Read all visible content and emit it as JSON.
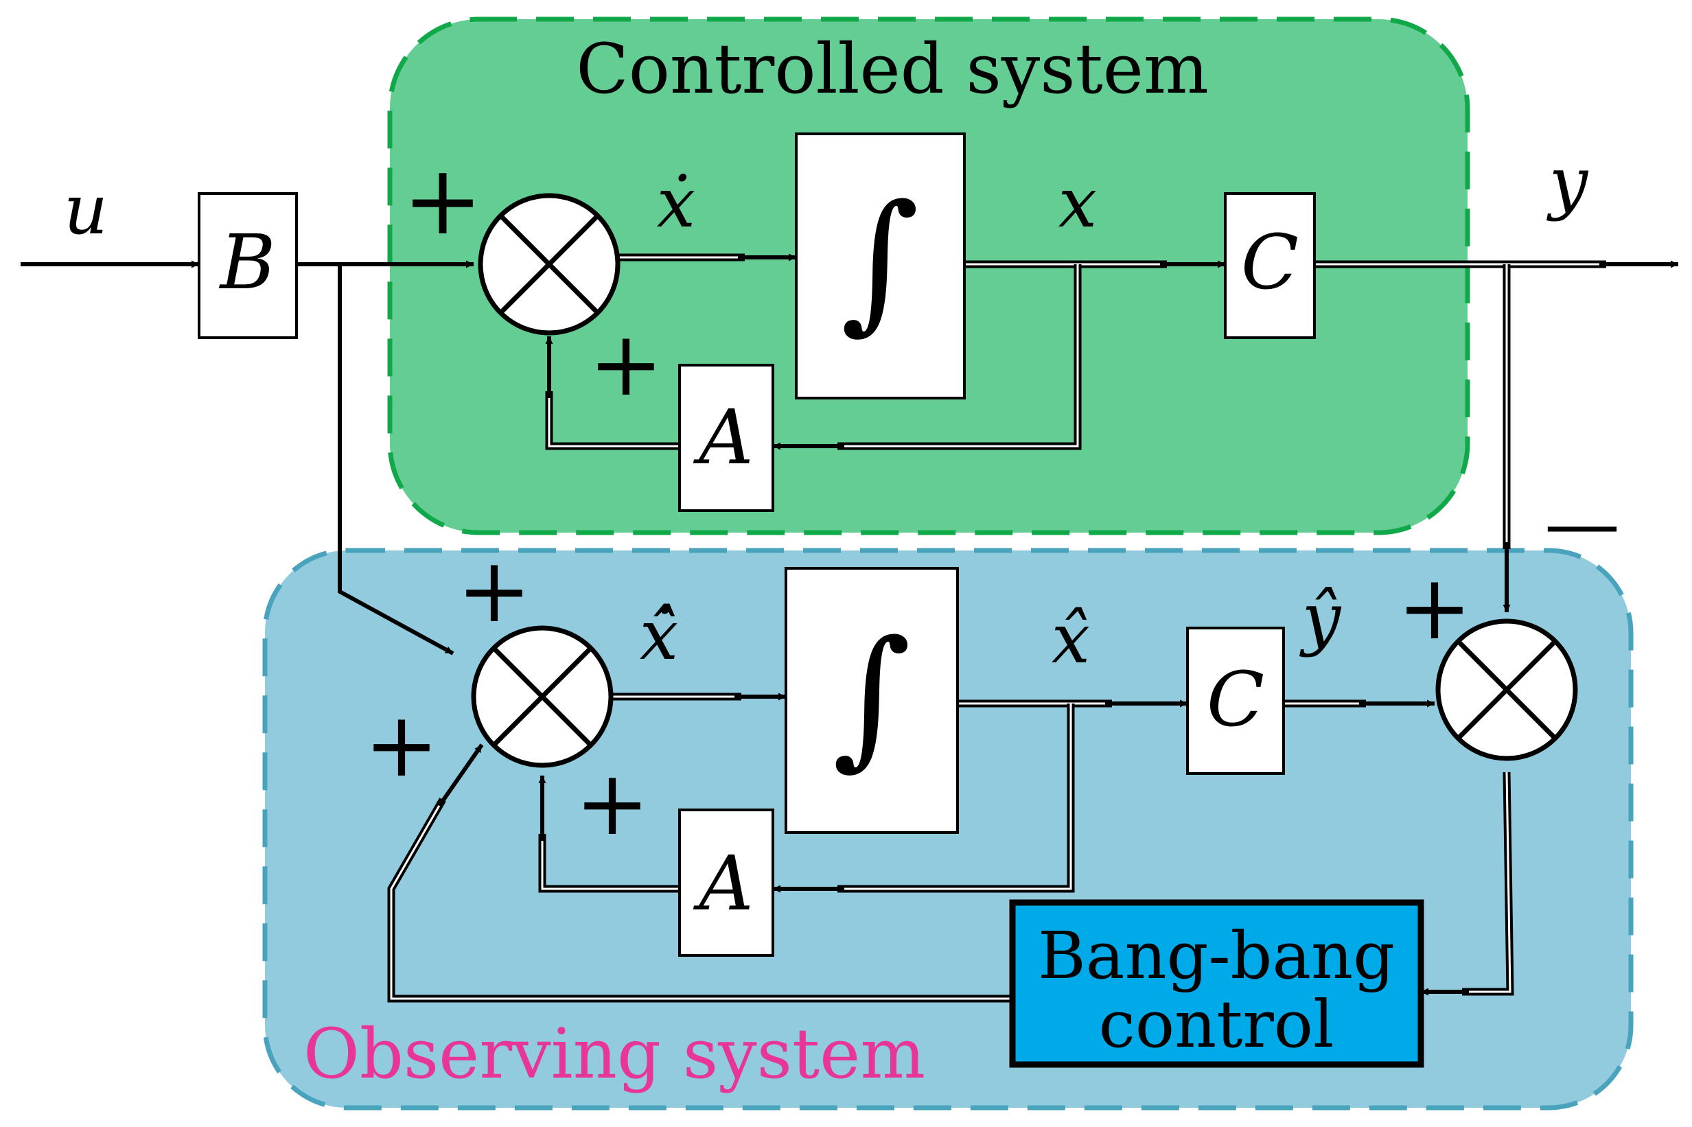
{
  "regions": {
    "controlled": {
      "title": "Controlled system",
      "fill": "#63cd94",
      "border": "#11a84a"
    },
    "observing": {
      "title": "Observing system",
      "fill": "#91cbdd",
      "border": "#4aa3bd",
      "title_color": "#e8359a"
    }
  },
  "blocks": {
    "B": "B",
    "A_top": "A",
    "A_bottom": "A",
    "C_top": "C",
    "C_bottom": "C",
    "integrator_top": "∫",
    "integrator_bottom": "∫",
    "bang_bang": {
      "line1": "Bang-bang",
      "line2": "control",
      "fill": "#00a9e8"
    }
  },
  "signals": {
    "u": "u",
    "x_dot": "ẋ",
    "x": "x",
    "y": "y",
    "xhat_dot": "x̂̇",
    "xhat": "x̂",
    "yhat": "ŷ"
  },
  "signs": {
    "top_in": "+",
    "top_fb": "+",
    "obs_in": "+",
    "obs_fb": "+",
    "obs_bang": "+",
    "err_yhat": "+",
    "err_y": "—"
  }
}
